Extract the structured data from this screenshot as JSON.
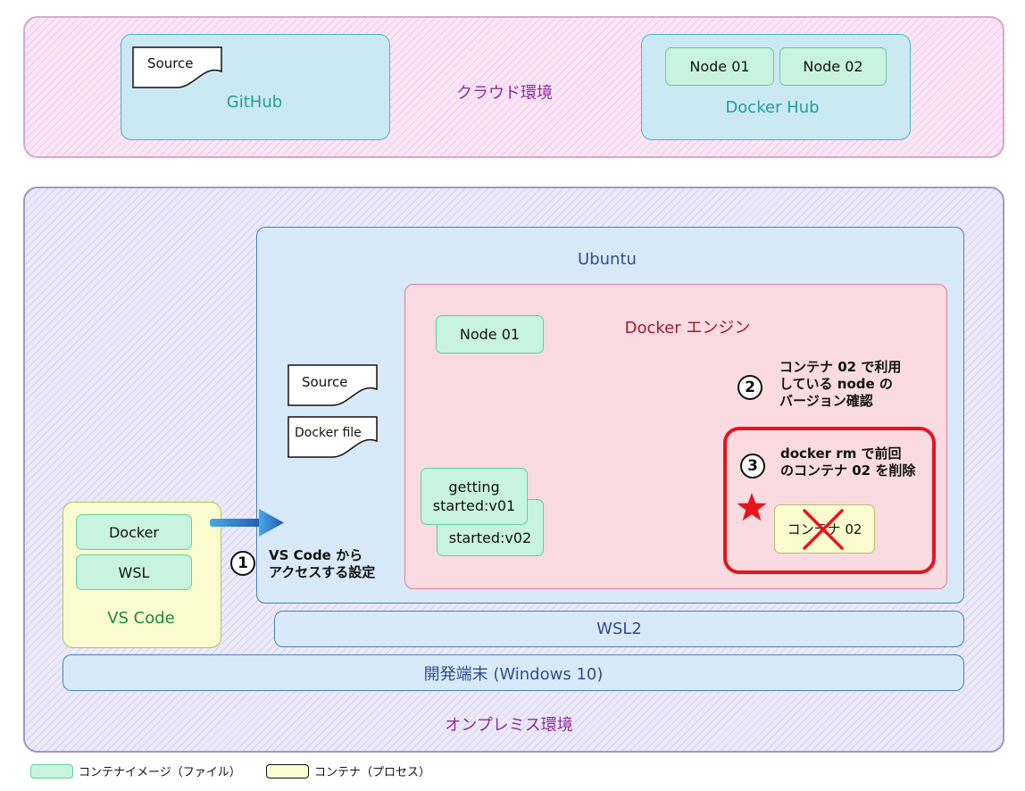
{
  "cloud": {
    "label": "クラウド環境",
    "github": {
      "label": "GitHub",
      "source_doc": "Source"
    },
    "dockerhub": {
      "label": "Docker Hub",
      "images": [
        "Node 01",
        "Node 02"
      ]
    }
  },
  "onprem": {
    "label": "オンプレミス環境",
    "ubuntu": {
      "label": "Ubuntu",
      "source_doc": "Source",
      "dockerfile_doc": "Docker file"
    },
    "docker_engine": {
      "label": "Docker エンジン",
      "image_node01": "Node 01",
      "image_getting_started_line1": "getting",
      "image_getting_started_line2": "started:v01",
      "image_started_v02": "started:v02",
      "container_02": "コンテナ 02"
    },
    "wsl2": "WSL2",
    "dev_machine": "開発端末 (Windows 10)",
    "vscode": {
      "label": "VS Code",
      "extensions": [
        "Docker",
        "WSL"
      ]
    }
  },
  "steps": {
    "step1": {
      "number": "1",
      "line1": "VS Code から",
      "line2": "アクセスする設定"
    },
    "step2": {
      "number": "2",
      "line1": "コンテナ 02 で利用",
      "line2": "している node の",
      "line3": "バージョン確認"
    },
    "step3": {
      "number": "3",
      "line1": "docker rm で前回",
      "line2": "のコンテナ 02 を削除"
    }
  },
  "legend": {
    "image": "コンテナイメージ（ファイル）",
    "container": "コンテナ（プロセス）"
  },
  "colors": {
    "image_fill": "#c8f3df",
    "container_fill": "#fafcd0",
    "highlight": "#e8141c"
  }
}
